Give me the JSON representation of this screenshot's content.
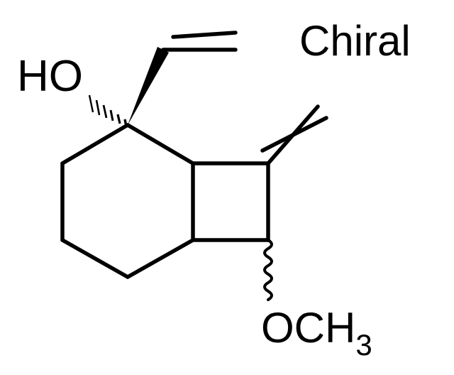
{
  "diagram": {
    "chirality_label": "Chiral",
    "labels": {
      "hydroxyl": "HO",
      "methoxy_prefix": "OCH",
      "methoxy_subscript": "3"
    },
    "colors": {
      "ink": "#000000",
      "background": "#ffffff"
    }
  }
}
